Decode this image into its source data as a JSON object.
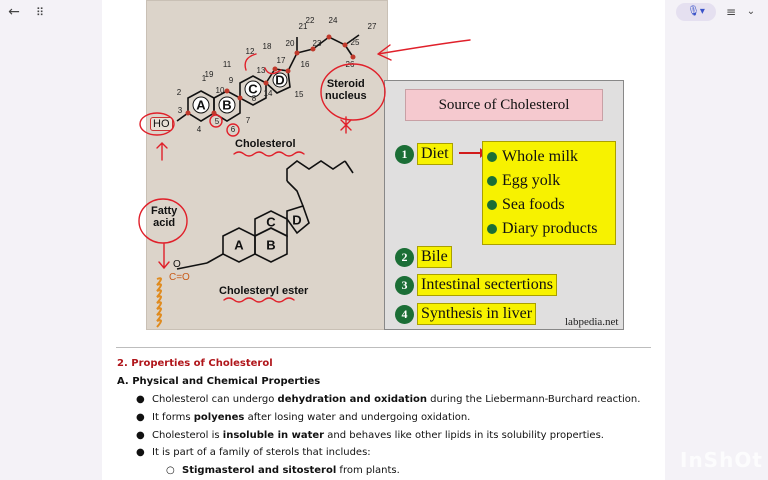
{
  "toolbar": {
    "back_icon": "←",
    "grid_icon": "⠿",
    "mic_icon": "🎙",
    "mic_caret": "▾",
    "menu_icon": "≡",
    "chevron_icon": "⌄",
    "tools": [
      {
        "name": "pen-tool-icon",
        "glyph": "✎"
      },
      {
        "name": "pen-black-icon",
        "color": "#222222"
      },
      {
        "name": "pen-red-icon",
        "color": "#d81b1b"
      },
      {
        "name": "pen-yellow-icon",
        "color": "#f5d20a"
      },
      {
        "name": "pen-orange-icon",
        "color": "#f39c12"
      },
      {
        "name": "pen-green-icon",
        "color": "#3cb043"
      },
      {
        "name": "pen-blue-icon",
        "color": "#2e7bd6"
      },
      {
        "name": "pen-pink-icon",
        "color": "#e84393"
      },
      {
        "name": "pen-purple-icon",
        "color": "#8e44ad"
      },
      {
        "name": "pen-gray-icon",
        "color": "#7f8c8d"
      },
      {
        "name": "pen-teal-icon",
        "color": "#16a085"
      },
      {
        "name": "pen-lightblue-icon",
        "color": "#5dade2"
      },
      {
        "name": "add-pen-icon",
        "glyph": "+"
      },
      {
        "name": "eraser-icon",
        "glyph": "◆"
      },
      {
        "name": "shapes-icon",
        "glyph": "◇"
      },
      {
        "name": "lasso-icon",
        "glyph": "○"
      },
      {
        "name": "comment-icon",
        "glyph": "◯"
      },
      {
        "name": "sticker-icon",
        "glyph": "☺"
      },
      {
        "name": "ruler-icon",
        "glyph": "⌇"
      },
      {
        "name": "link-icon",
        "glyph": "∞"
      },
      {
        "name": "text-tool-icon",
        "glyph": "Tr"
      },
      {
        "name": "image-icon",
        "glyph": "▣"
      },
      {
        "name": "more-icon",
        "glyph": "⏸"
      }
    ]
  },
  "figure_left": {
    "ring_labels": [
      "A",
      "B",
      "C",
      "D"
    ],
    "atom_numbers": [
      "1",
      "2",
      "3",
      "4",
      "5",
      "6",
      "7",
      "8",
      "9",
      "10",
      "11",
      "12",
      "13",
      "14",
      "15",
      "16",
      "17",
      "18",
      "19",
      "20",
      "21",
      "22",
      "23",
      "24",
      "25",
      "26",
      "27"
    ],
    "ho_label": "HO",
    "steroid_label_line1": "Steroid",
    "steroid_label_line2": "nucleus",
    "cholesterol_label": "Cholesterol",
    "fatty_label_line1": "Fatty",
    "fatty_label_line2": "acid",
    "ester_ring_labels": [
      "A",
      "B",
      "C",
      "D"
    ],
    "ester_o": "O",
    "ester_co": "C=O",
    "ester_label": "Cholesteryl ester"
  },
  "figure_right": {
    "title": "Source of Cholesterol",
    "items": [
      {
        "number": "1",
        "label": "Diet"
      },
      {
        "number": "2",
        "label": "Bile"
      },
      {
        "number": "3",
        "label": "Intestinal sectertions"
      },
      {
        "number": "4",
        "label": "Synthesis in liver"
      }
    ],
    "diet_sources": [
      "Whole milk",
      "Egg yolk",
      "Sea foods",
      "Diary products"
    ],
    "credit": "labpedia.net"
  },
  "content": {
    "section_heading": "2. Properties of Cholesterol",
    "subheading": "A. Physical and Chemical Properties",
    "bullets": [
      {
        "pre": "Cholesterol can undergo ",
        "bold": "dehydration and oxidation",
        "post": " during the Liebermann-Burchard reaction."
      },
      {
        "pre": "It forms ",
        "bold": "polyenes",
        "post": " after losing water and undergoing oxidation."
      },
      {
        "pre": "Cholesterol is ",
        "bold": "insoluble in water",
        "post": " and behaves like other lipids in its solubility properties."
      },
      {
        "pre": "It is part of a family of sterols that includes:",
        "bold": "",
        "post": ""
      }
    ],
    "sub_bullets": [
      {
        "pre": "",
        "bold": "Stigmasterol and sitosterol",
        "post": " from plants."
      }
    ],
    "bullet_glyph": "●",
    "sub_bullet_glyph": "○"
  },
  "watermark": "InShOt"
}
